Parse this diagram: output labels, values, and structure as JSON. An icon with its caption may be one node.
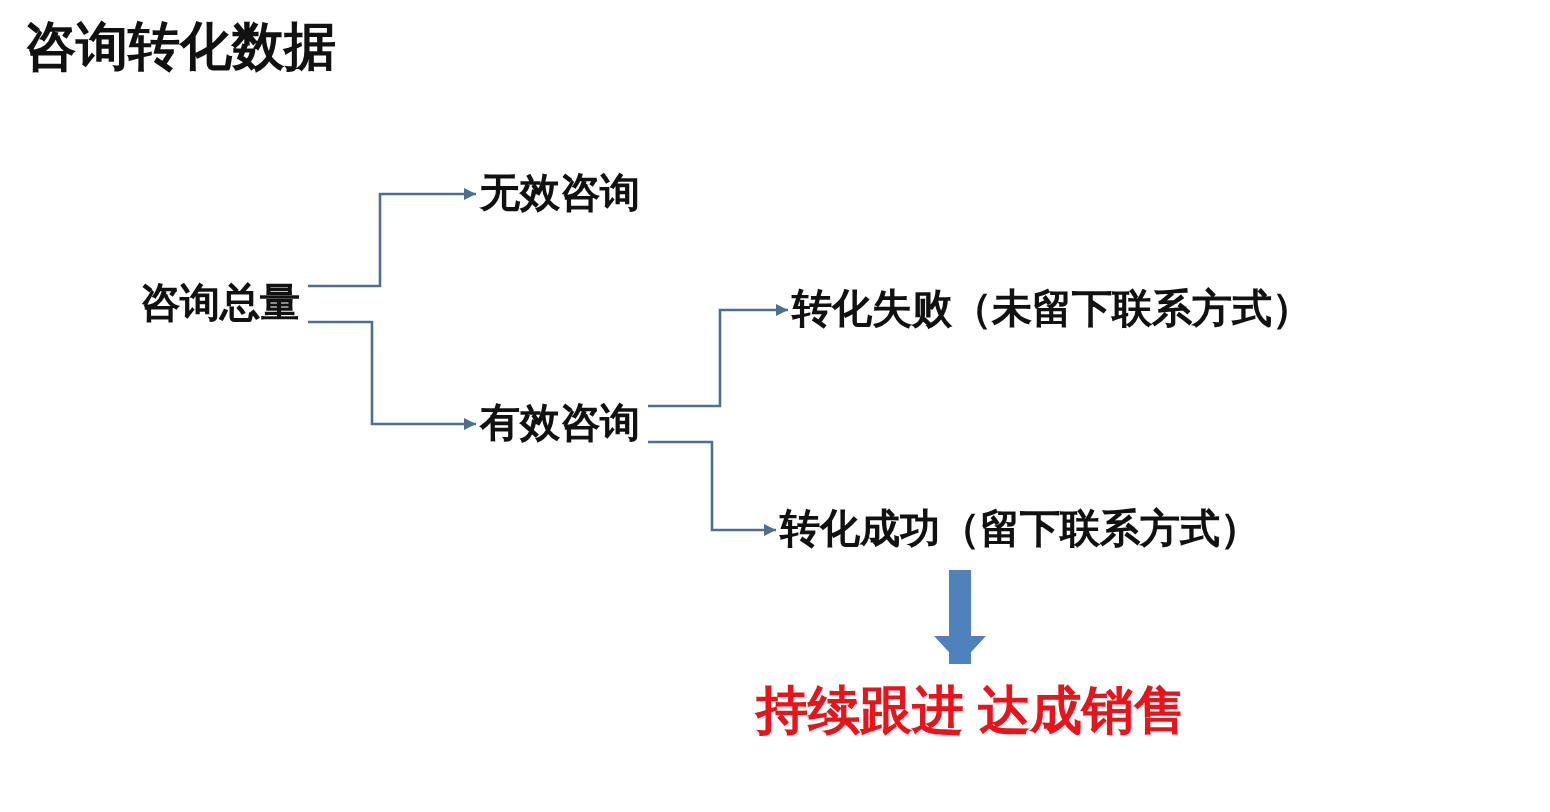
{
  "diagram": {
    "title": "咨询转化数据",
    "nodes": [
      {
        "text": [
          "咨询总量"
        ]
      },
      {
        "text": [
          "无效咨询"
        ]
      },
      {
        "text": [
          "有效咨询"
        ]
      },
      {
        "text": [
          "转化失败（未留下联系方式）"
        ]
      },
      {
        "text": [
          "转化成功（留下联系方式）"
        ]
      },
      {
        "text": [
          "持续跟进 达成销售"
        ]
      }
    ],
    "edges": [
      {
        "from": 0,
        "to": 1,
        "arrow": "to"
      },
      {
        "from": 0,
        "to": 2,
        "arrow": "to"
      },
      {
        "from": 2,
        "to": 3,
        "arrow": "to"
      },
      {
        "from": 2,
        "to": 4,
        "arrow": "to"
      },
      {
        "from": 4,
        "to": 5,
        "arrow": "to",
        "style": "thick",
        "color": "#4f81bd"
      }
    ]
  }
}
